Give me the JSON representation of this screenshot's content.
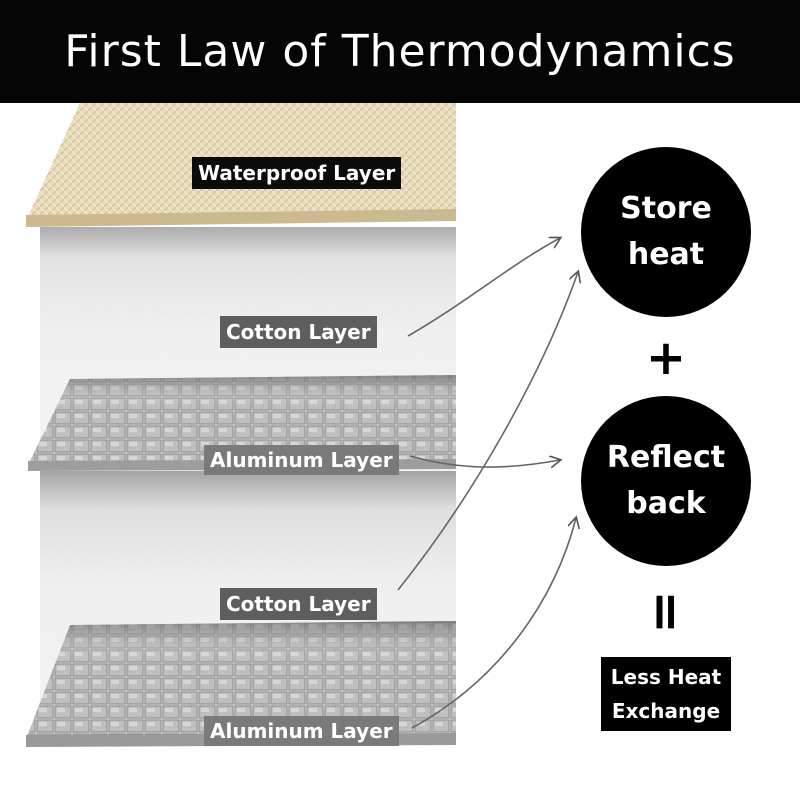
{
  "title": "First Law of Thermodynamics",
  "layers": {
    "waterproof": "Waterproof Layer",
    "cotton_1": "Cotton Layer",
    "aluminum_1": "Aluminum Layer",
    "cotton_2": "Cotton Layer",
    "aluminum_2": "Aluminum Layer"
  },
  "concepts": {
    "store_heat": [
      "Store",
      "heat"
    ],
    "reflect_back": [
      "Reflect",
      "back"
    ]
  },
  "operators": {
    "plus": "+",
    "equals": "="
  },
  "result": [
    "Less Heat",
    "Exchange"
  ],
  "colors": {
    "header_bg": "#050505",
    "waterproof_fabric": "#e6d9b8",
    "cotton": "#efefef",
    "aluminum": "#bdbdbd",
    "circle_bg": "#000000",
    "arrow": "#555555"
  }
}
